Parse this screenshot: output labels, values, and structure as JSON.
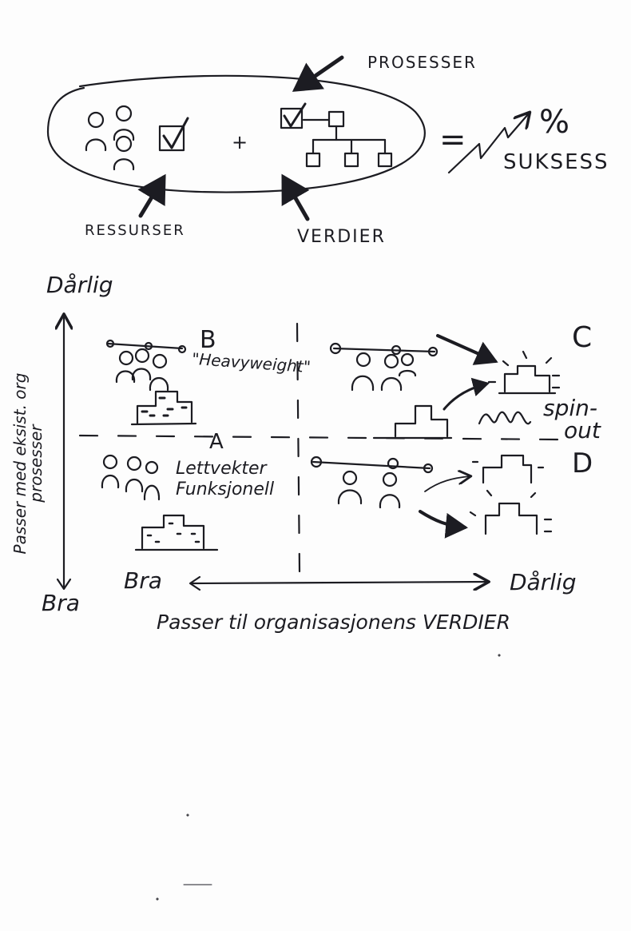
{
  "top": {
    "processes_label": "PROSESSER",
    "resources_label": "RESSURSER",
    "values_label": "VERDIER",
    "plus": "+",
    "equals": "=",
    "percent": "%",
    "success_label": "SUKSESS"
  },
  "matrix": {
    "y_axis_top": "Dårlig",
    "y_axis_bottom": "Bra",
    "y_axis_label_line1": "Passer med eksist. org",
    "y_axis_label_line2": "prosesser",
    "x_axis_left": "Bra",
    "x_axis_right": "Dårlig",
    "x_axis_label": "Passer til organisasjonens VERDIER",
    "quadrants": {
      "b": {
        "letter": "B",
        "label": "\"Heavyweight\""
      },
      "a": {
        "letter": "A",
        "label_line1": "Lettvekter",
        "label_line2": "Funksjonell"
      },
      "c": {
        "letter": "C",
        "label_line1": "spin-",
        "label_line2": "out"
      },
      "d": {
        "letter": "D"
      }
    }
  },
  "colors": {
    "ink": "#1c1c22",
    "paper": "#fdfdfd"
  }
}
